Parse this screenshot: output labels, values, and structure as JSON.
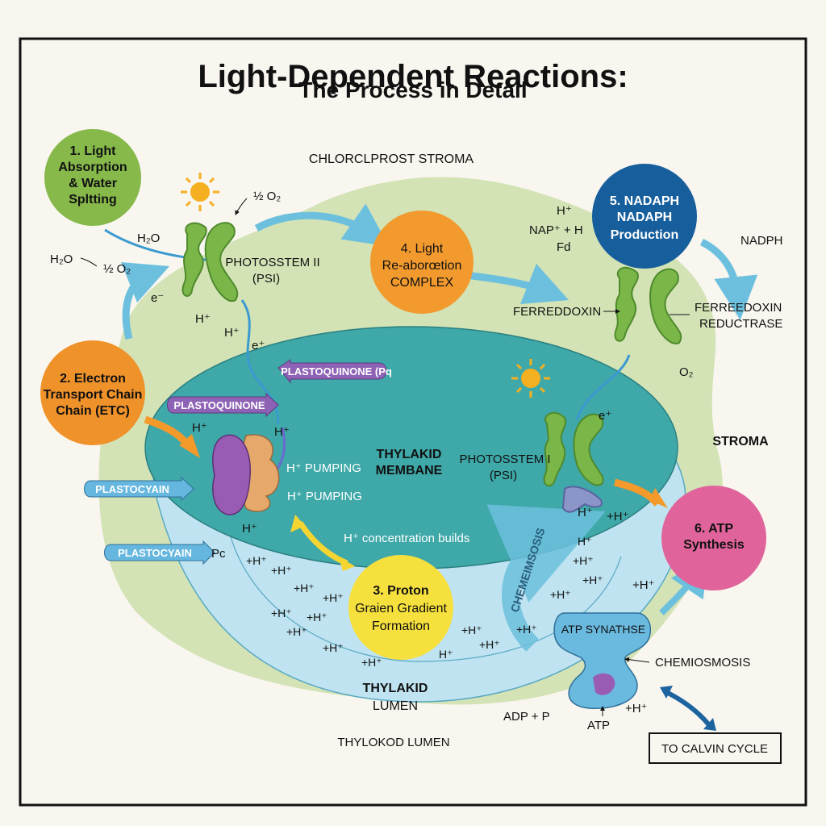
{
  "title": "Light-Dependent Reactions:",
  "subtitle": "The Process in Detail",
  "colors": {
    "background": "#f7f5ee",
    "frame": "#111111",
    "stroma_blob": "#d3e3b5",
    "thylakoid_membrane": "#3fa8a8",
    "thylakoid_lumen": "#bfe3f0",
    "arrow_blue": "#6cc0de",
    "arrow_orange": "#f39a2b",
    "arrow_yellow": "#f5d531",
    "arrow_dark_blue": "#1d63a0",
    "protein_green": "#7ab648",
    "plastoquinone_purple": "#8e63b5",
    "plastocyanin_blue": "#66b7df",
    "sun": "#f5b021"
  },
  "steps": [
    {
      "number": "1",
      "lines": [
        "1. Light",
        "Absorption",
        "& Water",
        "Spltting"
      ],
      "color": "#86b84a"
    },
    {
      "number": "2",
      "lines": [
        "2. Electron",
        "Transport Chain",
        "Chain (ETC)"
      ],
      "color": "#f0922a"
    },
    {
      "number": "3",
      "lines": [
        "3. Proton",
        "Graien Gradient",
        "Formation"
      ],
      "color": "#f6e03e"
    },
    {
      "number": "4",
      "lines": [
        "4. Light",
        "Re-aborœtion",
        "COMPLEX"
      ],
      "color": "#f29a2e"
    },
    {
      "number": "5",
      "lines": [
        "5. NADAPH",
        "NADAPH",
        "Production"
      ],
      "color": "#175f9c"
    },
    {
      "number": "6",
      "lines": [
        "6. ATP",
        "Synthesis"
      ],
      "color": "#e0649b"
    }
  ],
  "regions": {
    "chloroplast_stroma": "CHLORCLPROST STROMA",
    "stroma": "STROMA",
    "thylakoid_membrane": [
      "THYLAKID",
      "MEMBANE"
    ],
    "thylakoid_lumen": [
      "THYLAKID",
      "LUMEN"
    ],
    "thylokod_lumen": "THYLOKOD LUMEN"
  },
  "photosystem_ii": {
    "name": "PHOTOSSTEM II",
    "abbr": "(PSI)"
  },
  "photosystem_i": {
    "name": "PHOTOSSTEM I",
    "abbr": "(PSI)"
  },
  "pills": {
    "plastoquinone_pq": "PLASTOQUINONE (Pq",
    "plastoquinone": "PLASTOQUINONE",
    "plastocyain_1": "PLASTOCYAIN",
    "plastocyain_2": "PLASTOCYAIN"
  },
  "labels": {
    "h2o_left": "H₂O",
    "half_o2_left": "½ O₂",
    "h2o_ps2": "H₂O",
    "half_o2_top": "½ O₂",
    "e_minus_left": "e⁻",
    "h_plus_ps2_a": "H⁺",
    "h_plus_ps2_b": "H⁺",
    "e_minus_mid": "e⁺",
    "h_plus_cyt_a": "H⁺",
    "h_plus_cyt_b": "H⁺",
    "h_plus_cyt_c": "H⁺",
    "h_pumping_1": "H⁺ PUMPING",
    "h_pumping_2": "H⁺ PUMPING",
    "pc": "Pc",
    "h_concentration": "H⁺ concentration builds",
    "h_plus_nadp": "H⁺",
    "nadp_plus_h": "NAP⁺ + H",
    "fd": "Fd",
    "nadph": "NADPH",
    "ferredoxin": "FERREDDOXIN",
    "ferredoxin_reductase": [
      "FERREEDOXIN",
      "REDUCTRASE"
    ],
    "o2_right": "O₂",
    "e_minus_ps1": "e⁺",
    "h_ps1_a": "H⁺",
    "h_ps1_b": "+H⁺",
    "chemiosmosis_arc": "CHEMEIMSOSIS",
    "atp_synthase": "ATP SYNATHSE",
    "chemiosmosis": "CHEMIOSMOSIS",
    "adp_p": "ADP + P",
    "atp": "ATP",
    "h_plus_atp_top": "+H⁺",
    "h_plus_atp_bottom": "+H⁺",
    "to_calvin_cycle": "TO CALVIN CYCLE"
  },
  "protons_membrane": [
    "+H⁺",
    "+H⁺",
    "+H⁺",
    "+H⁺"
  ],
  "protons_lumen": [
    "+H⁺",
    "+H⁺",
    "+H⁺",
    "+H⁺",
    "+H⁺",
    "+H⁺",
    "H⁺",
    "+H⁺"
  ],
  "protons_right": [
    "H⁺",
    "+H⁺",
    "+H⁺",
    "+H⁺",
    "+H⁺"
  ]
}
